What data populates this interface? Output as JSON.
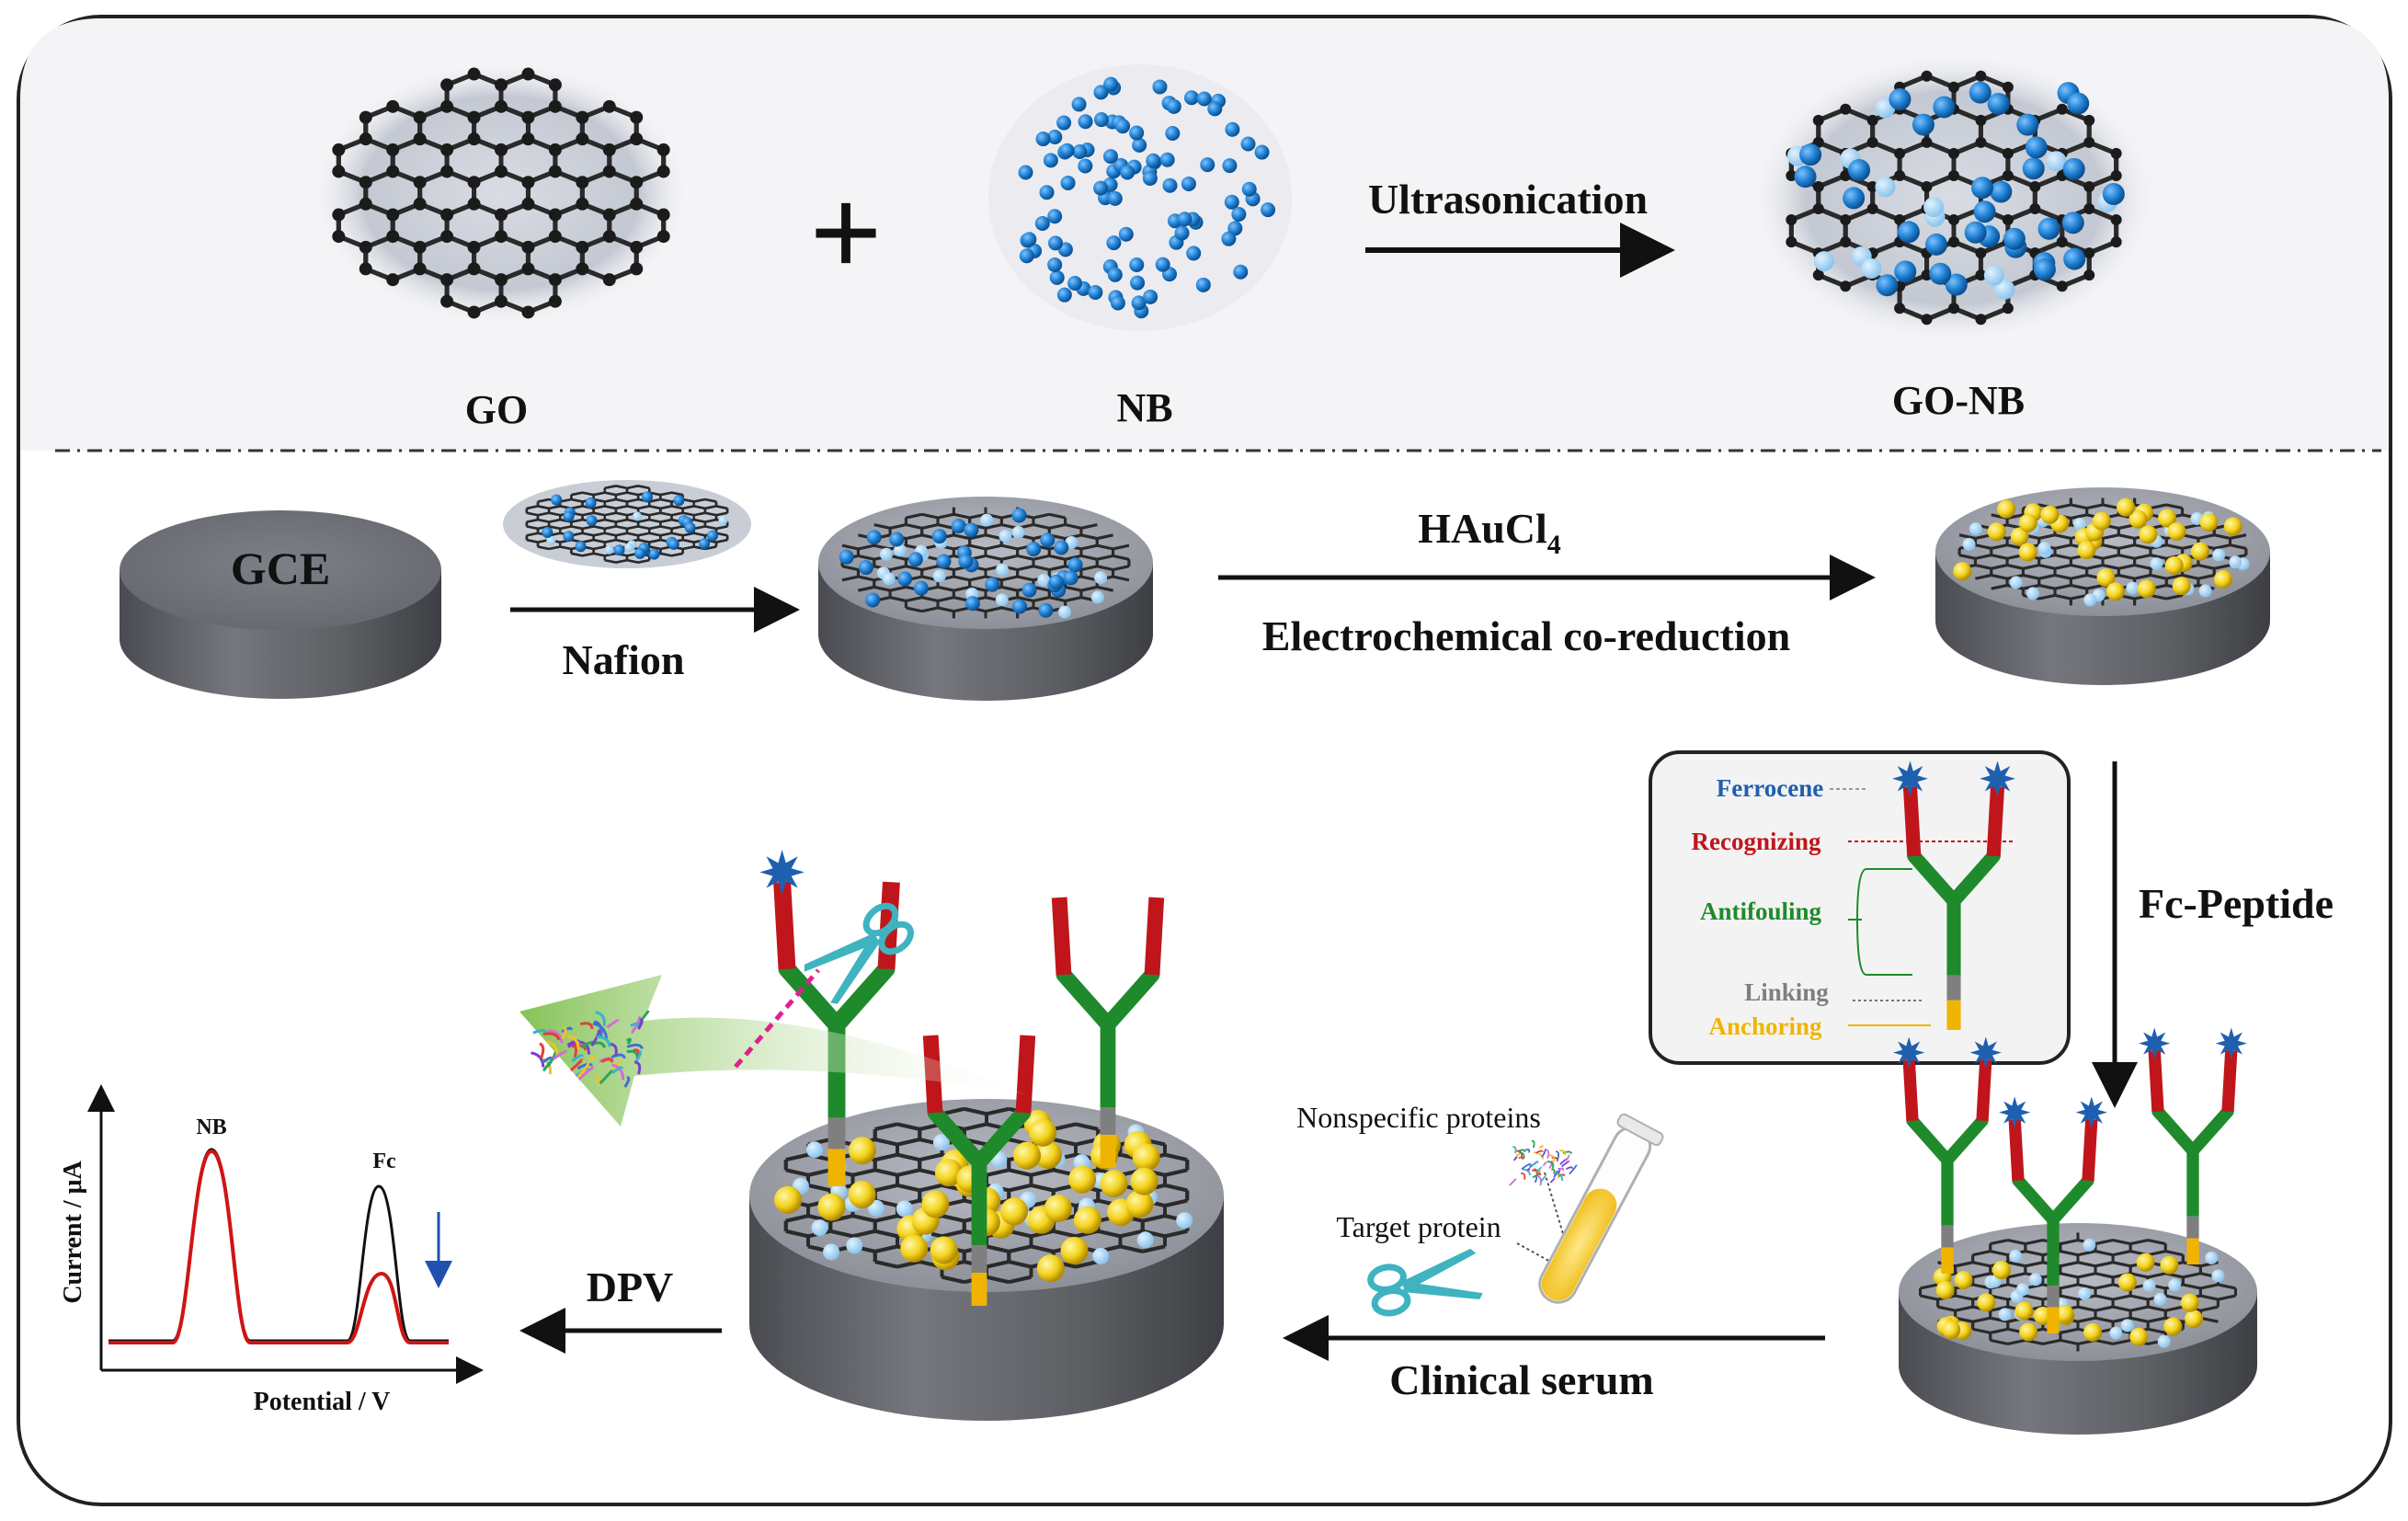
{
  "colors": {
    "frame": "#222222",
    "panel_bg": "#f4f4f6",
    "carbon": "#2a2a2a",
    "nb_blue": "#1e7fd1",
    "gold": "#f3d21b",
    "electrode": "#6b6d72",
    "recognizing": "#c0161b",
    "antifouling": "#1f8a2b",
    "ferrocene": "#1f5fb0",
    "linking": "#7f7f7f",
    "anchoring": "#f0b400",
    "curve_black": "#111111",
    "curve_red": "#d01414",
    "down_arrow": "#2150b0",
    "pink_dash": "#e0208f",
    "scissors": "#3fb3c0"
  },
  "labels": {
    "go": "GO",
    "nb": "NB",
    "go_nb": "GO-NB",
    "ultrasonication": "Ultrasonication",
    "plus": "+",
    "gce": "GCE",
    "nafion": "Nafion",
    "haucl": "HAuCl",
    "haucl_sub": "4",
    "electrochemical": "Electrochemical co-reduction",
    "fc_peptide": "Fc-Peptide",
    "clinical_serum": "Clinical serum",
    "dpv": "DPV",
    "nonspecific_proteins": "Nonspecific proteins",
    "target_protein": "Target protein"
  },
  "legend": {
    "ferrocene": "Ferrocene",
    "recognizing": "Recognizing",
    "antifouling": "Antifouling",
    "linking": "Linking",
    "anchoring": "Anchoring"
  },
  "plot": {
    "x_label": "Potential / V",
    "y_label": "Current / μA",
    "peak_nb": "NB",
    "peak_fc": "Fc"
  },
  "icons": {
    "scissors": "scissors-icon",
    "test_tube": "test-tube-icon",
    "protein": "protein-cluster-icon",
    "ferrocene_star": "ferrocene-star-icon"
  }
}
